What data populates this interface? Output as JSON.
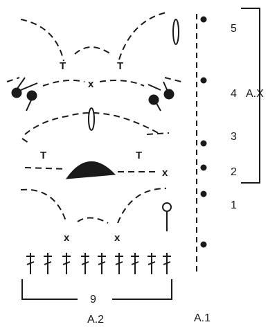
{
  "row_labels": [
    "5",
    "4",
    "3",
    "2",
    "1"
  ],
  "repeat_label": "A.X",
  "count_label": "9",
  "chart_labels": [
    "A.2",
    "A.1"
  ],
  "symbols": {
    "treble": "T",
    "cross": "x"
  }
}
